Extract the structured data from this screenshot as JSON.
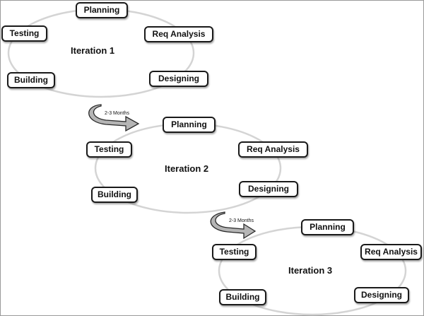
{
  "iterations": [
    {
      "label": "Iteration 1",
      "phases": {
        "planning": "Planning",
        "req_analysis": "Req Analysis",
        "designing": "Designing",
        "building": "Building",
        "testing": "Testing"
      }
    },
    {
      "label": "Iteration 2",
      "phases": {
        "planning": "Planning",
        "req_analysis": "Req Analysis",
        "designing": "Designing",
        "building": "Building",
        "testing": "Testing"
      }
    },
    {
      "label": "Iteration 3",
      "phases": {
        "planning": "Planning",
        "req_analysis": "Req Analysis",
        "designing": "Designing",
        "building": "Building",
        "testing": "Testing"
      }
    }
  ],
  "transitions": [
    {
      "duration": "2-3 Months"
    },
    {
      "duration": "2-3 Months"
    }
  ],
  "colors": {
    "cycle_outline": "#d4d4d4",
    "arrow_fill": "#b5b5b5",
    "box_border": "#1a1a1a"
  }
}
